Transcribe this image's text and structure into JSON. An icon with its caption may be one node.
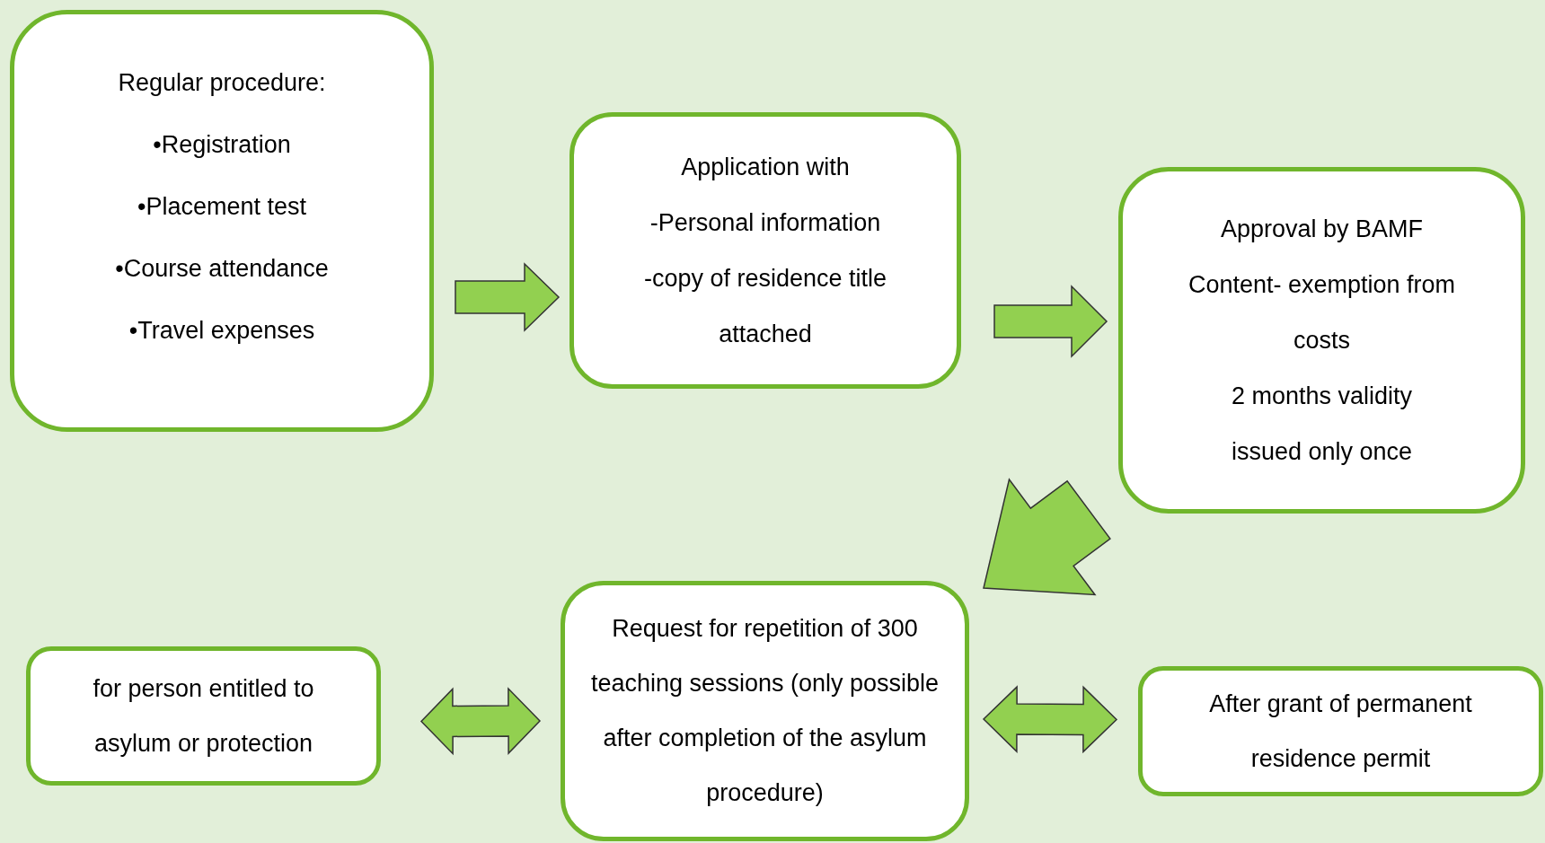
{
  "diagram": {
    "nodes": [
      {
        "text": [
          "Regular procedure:",
          "•Registration",
          "•Placement test",
          "•Course attendance",
          "•Travel expenses"
        ]
      },
      {
        "text": [
          "Application with",
          "-Personal information",
          "-copy of residence title attached"
        ]
      },
      {
        "text": [
          "Approval by BAMF",
          "Content- exemption from costs",
          "2 months validity",
          "issued only once"
        ]
      },
      {
        "text": [
          "Request for repetition of 300 teaching sessions (only possible after completion of the asylum procedure)"
        ]
      },
      {
        "text": [
          "for person entitled to asylum or protection"
        ]
      },
      {
        "text": [
          "After grant of permanent residence permit"
        ]
      }
    ],
    "edges": [
      {
        "from": 0,
        "to": 1,
        "arrow": "to"
      },
      {
        "from": 1,
        "to": 2,
        "arrow": "to"
      },
      {
        "from": 2,
        "to": 3,
        "arrow": "to"
      },
      {
        "from": 3,
        "to": 4,
        "arrow": "both"
      },
      {
        "from": 3,
        "to": 5,
        "arrow": "both"
      }
    ]
  }
}
